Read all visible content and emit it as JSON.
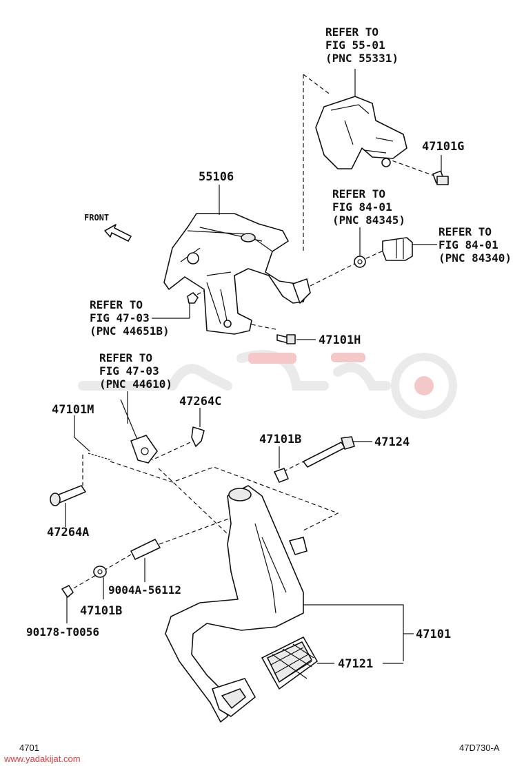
{
  "labels": {
    "ref_55331": [
      "REFER TO",
      "FIG 55-01",
      "(PNC 55331)"
    ],
    "p47101G": "47101G",
    "p55106": "55106",
    "front": "FRONT",
    "ref_84345": [
      "REFER TO",
      "FIG 84-01",
      "(PNC 84345)"
    ],
    "ref_84340": [
      "REFER TO",
      "FIG 84-01",
      "(PNC 84340)"
    ],
    "ref_44651B": [
      "REFER TO",
      "FIG 47-03",
      "(PNC 44651B)"
    ],
    "p47101H": "47101H",
    "ref_44610": [
      "REFER TO",
      "FIG 47-03",
      "(PNC 44610)"
    ],
    "p47101M": "47101M",
    "p47264C": "47264C",
    "p47101B_top": "47101B",
    "p47124": "47124",
    "p47264A": "47264A",
    "p9004A": "9004A-56112",
    "p47101B_bot": "47101B",
    "p90178": "90178-T0056",
    "p47101": "47101",
    "p47121": "47121"
  },
  "footer": {
    "left_code": "4701",
    "right_code": "47D730-A",
    "website": "www.yadakijat.com"
  },
  "colors": {
    "line": "#111111",
    "watermark_gray": "#e8e8e8",
    "watermark_red": "#f3c3c3",
    "website_red": "#e23a3a"
  }
}
